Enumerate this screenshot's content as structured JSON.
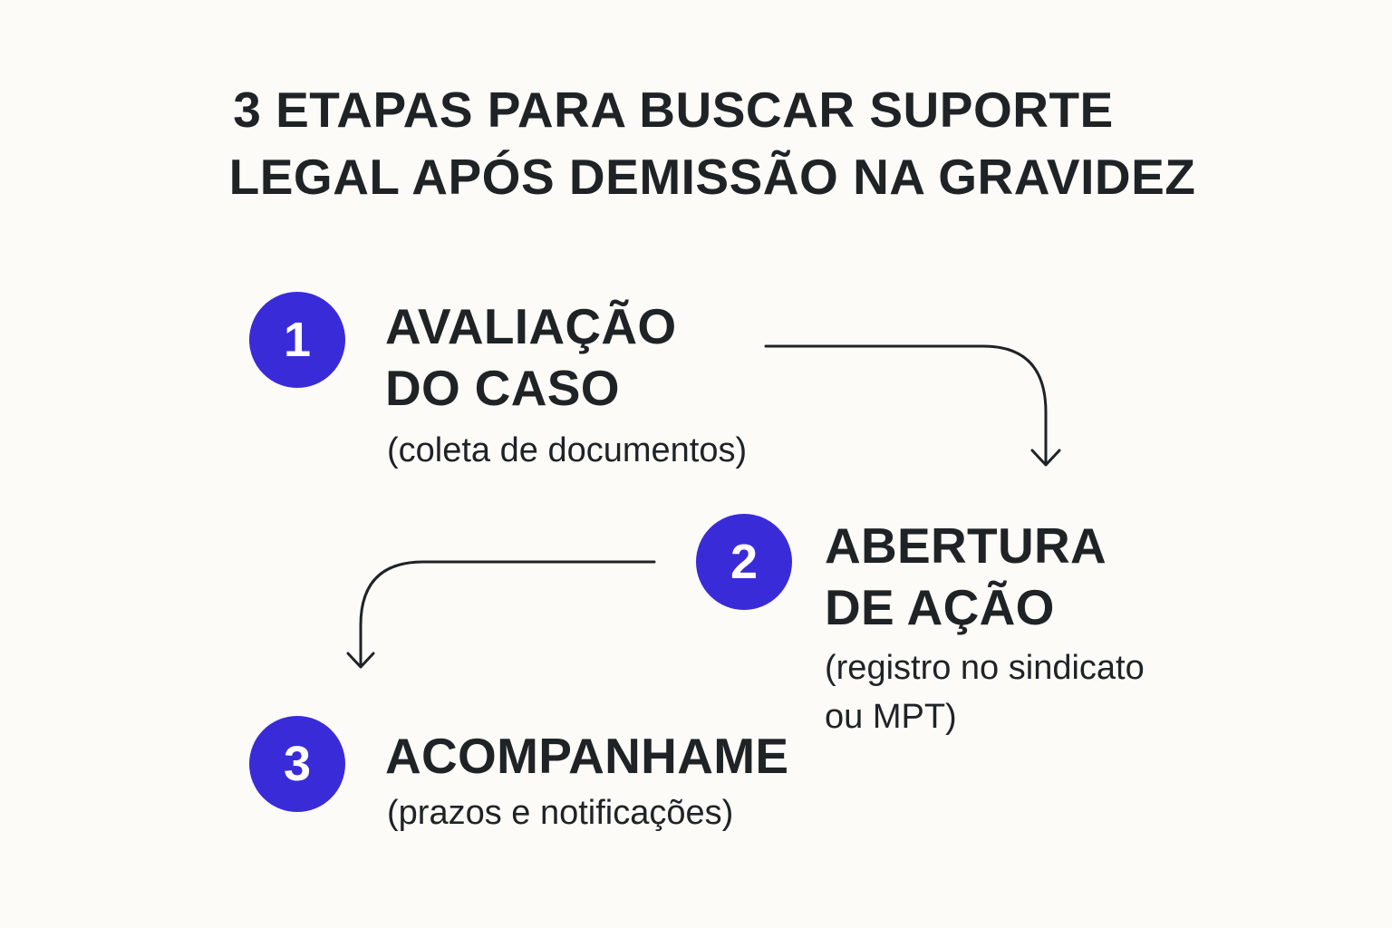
{
  "title": {
    "line1": "3 ETAPAS PARA BUSCAR SUPORTE",
    "line2": "LEGAL APÓS DEMISSÃO NA GRAVIDEZ"
  },
  "steps": [
    {
      "number": "1",
      "title_lines": [
        "AVALIAÇÃO",
        "DO CASO"
      ],
      "desc_lines": [
        "(coleta de documentos)"
      ]
    },
    {
      "number": "2",
      "title_lines": [
        "ABERTURA",
        "DE AÇÃO"
      ],
      "desc_lines": [
        "(registro no sindicato",
        "ou MPT)"
      ]
    },
    {
      "number": "3",
      "title_lines": [
        "ACOMPANHAME"
      ],
      "desc_lines": [
        "(prazos e notificações)"
      ]
    }
  ],
  "colors": {
    "badge": "#3a2bd9",
    "text": "#1f2326",
    "background": "#fcfbf8"
  }
}
